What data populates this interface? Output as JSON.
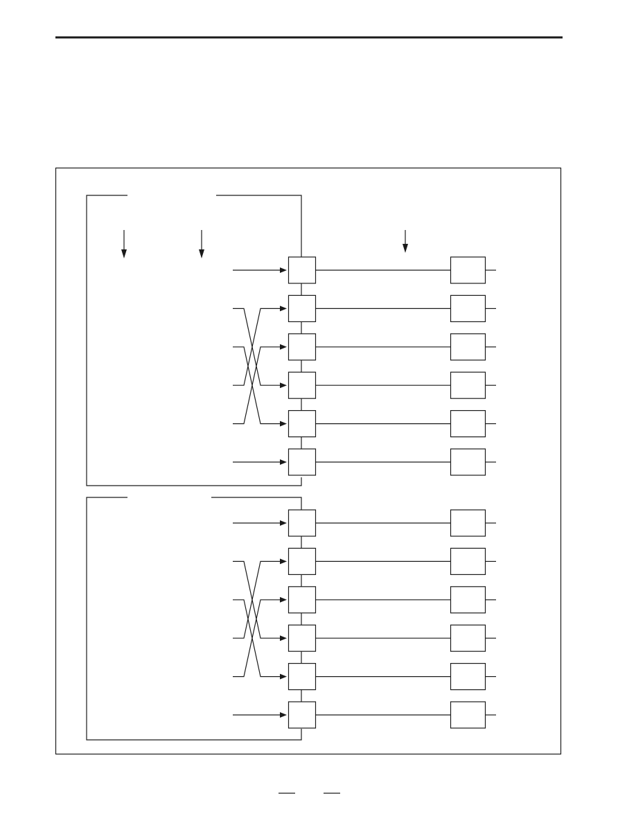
{
  "colors": {
    "ink": "#1a1a1a",
    "background": "#ffffff"
  },
  "diagram": {
    "groups": [
      {
        "rows": [
          {
            "input": "straight"
          },
          {
            "input": "cross"
          },
          {
            "input": "cross"
          },
          {
            "input": "cross"
          },
          {
            "input": "cross"
          },
          {
            "input": "straight"
          }
        ]
      },
      {
        "rows": [
          {
            "input": "straight"
          },
          {
            "input": "cross"
          },
          {
            "input": "cross"
          },
          {
            "input": "cross"
          },
          {
            "input": "cross"
          },
          {
            "input": "straight"
          }
        ]
      }
    ]
  }
}
